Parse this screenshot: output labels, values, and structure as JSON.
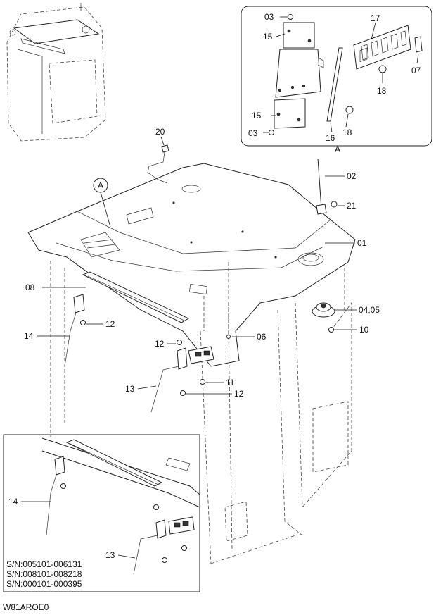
{
  "labels": {
    "p01": "01",
    "p02": "02",
    "p03a": "03",
    "p03b": "03",
    "p04_05": "04,05",
    "p06": "06",
    "p07": "07",
    "p08": "08",
    "p10": "10",
    "p11": "11",
    "p12a": "12",
    "p12b": "12",
    "p12c": "12",
    "p13a": "13",
    "p13b": "13",
    "p14a": "14",
    "p14b": "14",
    "p15a": "15",
    "p15b": "15",
    "p16": "16",
    "p17": "17",
    "p18a": "18",
    "p18b": "18",
    "p20": "20",
    "p21": "21",
    "detailA_callout": "A",
    "detailA_caption": "A"
  },
  "serial_numbers": [
    "S/N:005101-006131",
    "S/N:008101-008218",
    "S/N:000101-000395"
  ],
  "drawing_code": "W81AROE0"
}
